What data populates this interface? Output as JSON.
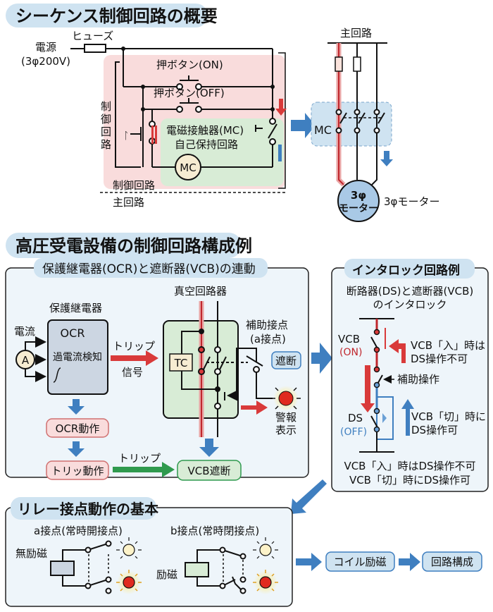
{
  "section1": {
    "title": "シーケンス制御回路の概要",
    "power_label": "電源",
    "power_spec": "(3φ200V)",
    "fuse_label": "ヒューズ",
    "pb_on": "押ボタン(ON)",
    "pb_off": "押ボタン(OFF)",
    "control_vertical": [
      "制",
      "御",
      "回",
      "路"
    ],
    "mc_label_line1": "電磁接触器(MC)",
    "mc_label_line2": "自己保持回路",
    "coil_label": "MC",
    "control_circuit_label": "制御回路",
    "main_circuit_label": "主回路",
    "main_circuit_title": "主回路",
    "mc_contact_label": "MC",
    "motor_circle_line1": "3φ",
    "motor_circle_line2": "モーター",
    "motor_label": "3φモーター"
  },
  "section2": {
    "title": "高圧受電設備の制御回路構成例",
    "panel_title": "保護継電器(OCR)と遮断器(VCB)の連動",
    "relay_title": "保護継電器",
    "current_label": "電流",
    "ammeter": "A",
    "ocr_label": "OCR",
    "ocr_desc": "過電流検知",
    "trip_signal_line1": "トリップ",
    "trip_signal_line2": "信号",
    "vcb_title": "真空回路器",
    "tc_label": "TC",
    "aux_contact_line1": "補助接点",
    "aux_contact_line2": "(a接点)",
    "cutoff_badge": "遮断",
    "alarm_line1": "警報",
    "alarm_line2": "表示",
    "flow_ocr_action": "OCR動作",
    "flow_trip_action": "トリッ動作",
    "flow_trip_label": "トリップ",
    "flow_vcb_cutoff": "VCB遮断"
  },
  "interlock": {
    "panel_title": "インタロック回路例",
    "subtitle_line1": "断路器(DS)と遮断器(VCB)",
    "subtitle_line2": "のインタロック",
    "vcb_label": "VCB",
    "vcb_state": "(ON)",
    "note_on_line1": "VCB「入」時は",
    "note_on_line2": "DS操作不可",
    "aux_op": "補助操作",
    "ds_label": "DS",
    "ds_state": "(OFF)",
    "note_off_line1": "VCB「切」時に",
    "note_off_line2": "DS操作可",
    "summary_line1": "VCB「入」時はDS操作不可",
    "summary_line2": "VCB「切」時にDS操作可"
  },
  "relay_basics": {
    "panel_title": "リレー接点動作の基本",
    "a_contact_title": "a接点(常時開接点)",
    "b_contact_title": "b接点(常時閉接点)",
    "deenergized": "無励磁",
    "energized": "励磁",
    "flow_coil": "コイル励磁",
    "flow_circuit": "回路構成"
  },
  "colors": {
    "pill_blue": "#cfe3f1",
    "control_pink": "#f9dcdc",
    "mc_green": "#d8ecd6",
    "panel_bg": "#eef5fa",
    "arrow_blue": "#3f7fc0",
    "arrow_red": "#d93a3a",
    "arrow_green": "#2f9a4e",
    "red_line": "#c0272d",
    "lamp_red": "#e02a1f"
  }
}
